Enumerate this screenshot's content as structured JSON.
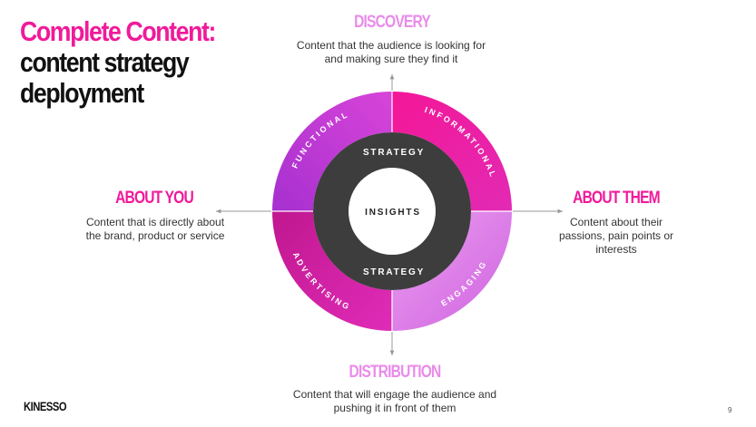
{
  "title": {
    "line1": "Complete Content:",
    "line2": "content strategy",
    "line3": "deployment"
  },
  "discovery": {
    "heading": "DISCOVERY",
    "description": "Content that the audience is looking for and making sure they find it"
  },
  "distribution": {
    "heading": "DISTRIBUTION",
    "description": "Content that will engage the audience and pushing it in front of them"
  },
  "about_you": {
    "heading": "ABOUT YOU",
    "description": "Content that is directly about the brand, product or service"
  },
  "about_them": {
    "heading": "ABOUT THEM",
    "description": "Content about their passions, pain points or interests"
  },
  "ring": {
    "segments": [
      "FUNCTIONAL",
      "INFORMATIONAL",
      "ENGAGING",
      "ADVERTISING"
    ],
    "inner_top": "STRATEGY",
    "inner_bottom": "STRATEGY",
    "center": "INSIGHTS"
  },
  "footer": {
    "logo": "KINESSO",
    "page_number": "9"
  },
  "colors": {
    "brand_pink": "#f01a9a",
    "light_pink": "#ea8bea",
    "functional": "#c23ad8",
    "informational": "#f0189c",
    "engaging": "#df7ee8",
    "advertising": "#d11ea8",
    "inner_ring": "#3d3d3d"
  }
}
